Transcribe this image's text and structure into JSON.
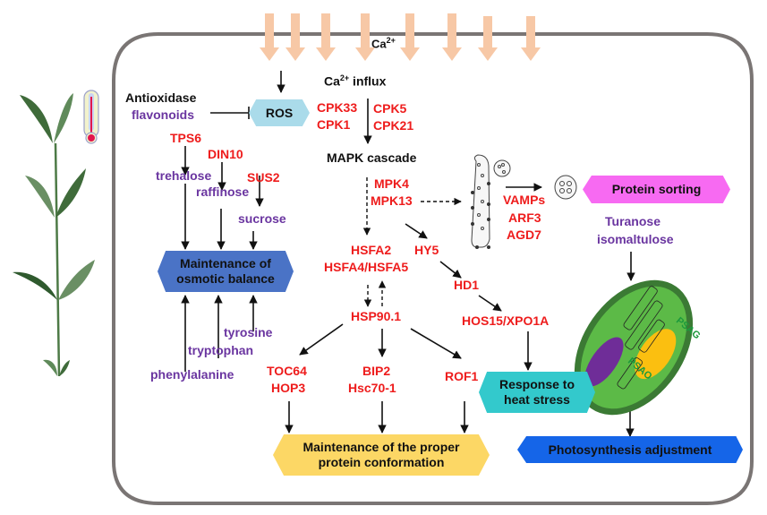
{
  "membrane": {
    "ion_label": "Ca",
    "ion_charge": "2+",
    "influx_label": "Ca",
    "influx_charge": "2+",
    "influx_suffix": " influx"
  },
  "ros": {
    "label": "ROS",
    "inhibitors": [
      "Antioxidase",
      "flavonoids"
    ]
  },
  "cpk": {
    "left": [
      "CPK33",
      "CPK1"
    ],
    "right": [
      "CPK5",
      "CPK21"
    ]
  },
  "mapk": {
    "label": "MAPK cascade",
    "kinases": [
      "MPK4",
      "MPK13"
    ]
  },
  "osmotic": {
    "enzymes": {
      "tps6": "TPS6",
      "din10": "DIN10",
      "sus2": "SUS2"
    },
    "sugars": {
      "trehalose": "trehalose",
      "raffinose": "raffinose",
      "sucrose": "sucrose"
    },
    "amino_acids": {
      "tyrosine": "tyrosine",
      "tryptophan": "tryptophan",
      "phenylalanine": "phenylalanine"
    },
    "box_line1": "Maintenance of",
    "box_line2": "osmotic balance"
  },
  "hsf": {
    "line1": "HSFA2",
    "line2": "HSFA4/HSFA5",
    "hsp": "HSP90.1"
  },
  "hy5_path": {
    "hy5": "HY5",
    "hd1": "HD1",
    "hos15": "HOS15/XPO1A"
  },
  "chaperones": {
    "toc64": "TOC64",
    "hop3": "HOP3",
    "bip2": "BIP2",
    "hsc70": "Hsc70-1",
    "rof1": "ROF1"
  },
  "vesicle": {
    "labels": [
      "VAMPs",
      "ARF3",
      "AGD7"
    ]
  },
  "outcomes": {
    "protein_sorting": "Protein sorting",
    "heat_line1": "Response to",
    "heat_line2": "heat stress",
    "protein_line1": "Maintenance of the proper",
    "protein_line2": "protein conformation",
    "photosynthesis": "Photosynthesis adjustment"
  },
  "chloroplast": {
    "sugars": [
      "Turanose",
      "isomaltulose"
    ],
    "psag": "PSAG",
    "psao": "PSAO"
  },
  "colors": {
    "gene": "#ee1c1c",
    "metabolite": "#6a35a0",
    "membrane": "#7a7574",
    "ca_arrow": "#f7c8a6",
    "ros_box": "#aadbea",
    "osmotic_box": "#4a73c6",
    "sorting_box": "#f76af2",
    "heat_box": "#33c9cc",
    "protein_box": "#fcd765",
    "photo_box": "#1565e8",
    "chloroplast_outer": "#3b7a34",
    "chloroplast_inner": "#5cba47",
    "psag": "#fbbf10",
    "psao": "#6f2d98"
  }
}
